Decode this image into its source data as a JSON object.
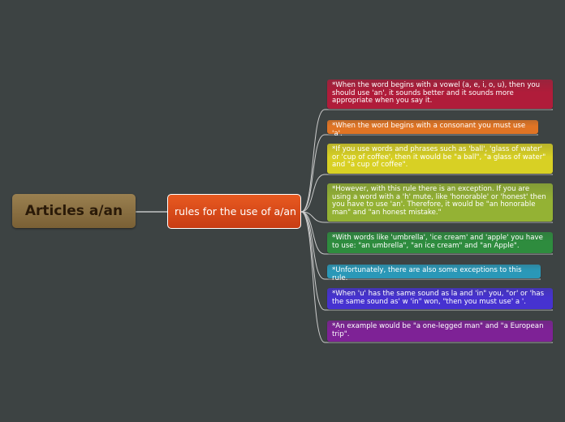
{
  "root": {
    "label": "Articles a/an"
  },
  "topic": {
    "label": "rules for the use of a/an"
  },
  "rules": [
    {
      "text": "*When the word begins with a vowel (a, e, i, o, u), then you should use 'an', it sounds better and it sounds more appropriate when you say it.",
      "color": "#b01c3a"
    },
    {
      "text": "*When the word begins with a consonant you must use 'a'.",
      "color": "#e07424"
    },
    {
      "text": "*If you use words and phrases such as 'ball', 'glass of water' or 'cup of coffee', then it would be \"a ball\", \"a glass of water\" and \"a cup of coffee\".",
      "color": "#d8d024"
    },
    {
      "text": "*However, with this rule there is an exception. If you are using a word with a 'h' mute, like 'honorable' or 'honest' then you have to use 'an'. Therefore, it would be \"an honorable man\" and \"an honest mistake.\"",
      "color": "#94b234"
    },
    {
      "text": "*With words like 'umbrella', 'ice cream' and 'apple' you have to use: \"an umbrella\", \"an ice cream\" and \"an Apple\".",
      "color": "#2e8c3e"
    },
    {
      "text": "*Unfortunately, there are also some exceptions to this rule.",
      "color": "#2a98b8"
    },
    {
      "text": "*When 'u' has the same sound as la and 'in\" you, \"or' or 'has the same sound as' w 'in\" won, \"then you must use' a '.",
      "color": "#4632d0"
    },
    {
      "text": "*An example would be \"a one-legged man\" and \"a European trip\".",
      "color": "#7e2296"
    }
  ]
}
